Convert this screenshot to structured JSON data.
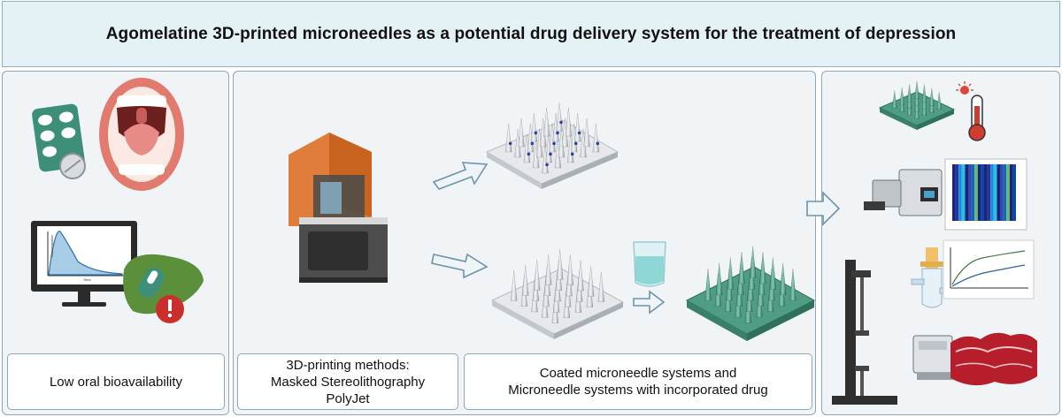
{
  "header": {
    "title": "Agomelatine 3D-printed microneedles as a potential drug delivery system for the treatment of depression"
  },
  "panels": {
    "bioavailability": {
      "label": "Low oral bioavailability"
    },
    "printing": {
      "line1": "3D-printing methods:",
      "line2": "Masked Stereolithography",
      "line3": "PolyJet"
    },
    "coated": {
      "line1": "Coated microneedle systems and",
      "line2": "Microneedle systems with incorporated drug"
    }
  },
  "graph_labels": {
    "pk_y": "Concentration",
    "pk_x": "Time"
  },
  "colors": {
    "teal": "#4f9d86",
    "tealDark": "#2f6f5d",
    "orange": "#e07d3a",
    "panelBorder": "#8fa7b8",
    "arrowFill": "#eef5f8",
    "arrowStroke": "#6e93a8"
  }
}
